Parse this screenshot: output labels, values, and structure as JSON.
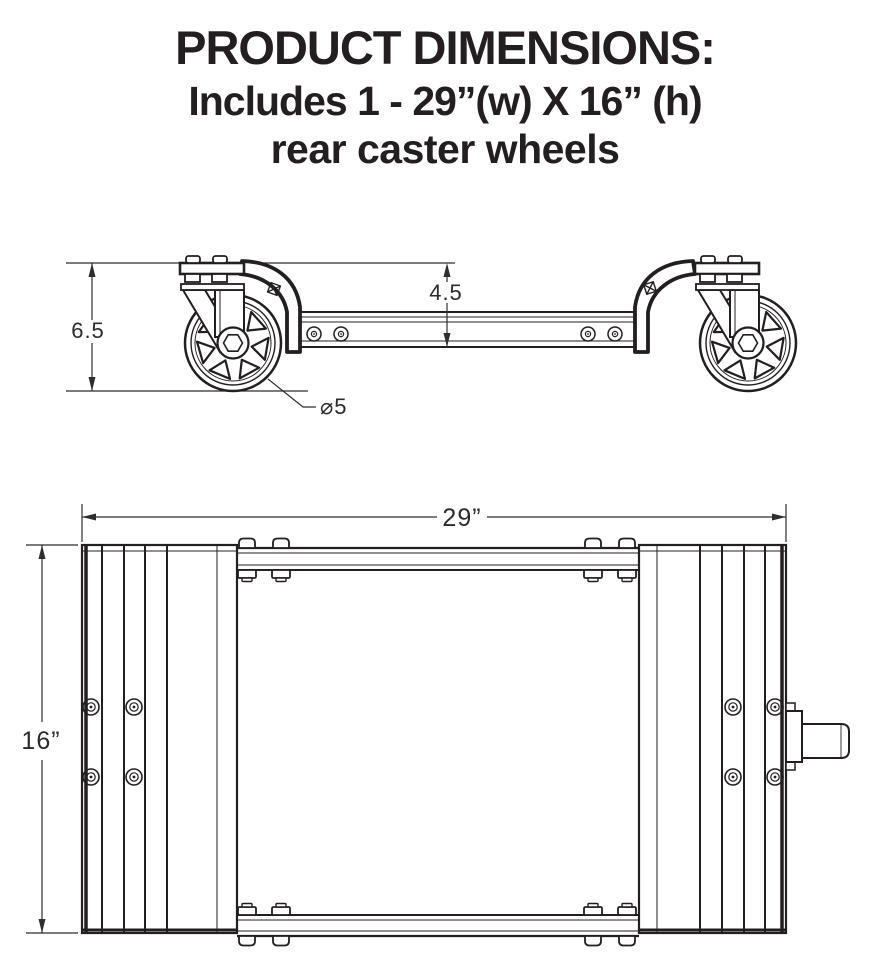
{
  "colors": {
    "ink": "#231f20",
    "dim_line": "#2e2e2e",
    "background": "#ffffff"
  },
  "header": {
    "title": "PRODUCT DIMENSIONS:",
    "subtitle_line1": "Includes 1 - 29”(w) X 16” (h)",
    "subtitle_line2": "rear caster wheels"
  },
  "side_view": {
    "dimensions": {
      "overall_height": "6.5",
      "frame_height": "4.5",
      "wheel_diameter": "⌀5"
    }
  },
  "top_view": {
    "dimensions": {
      "overall_width": "29”",
      "overall_depth": "16”"
    }
  }
}
